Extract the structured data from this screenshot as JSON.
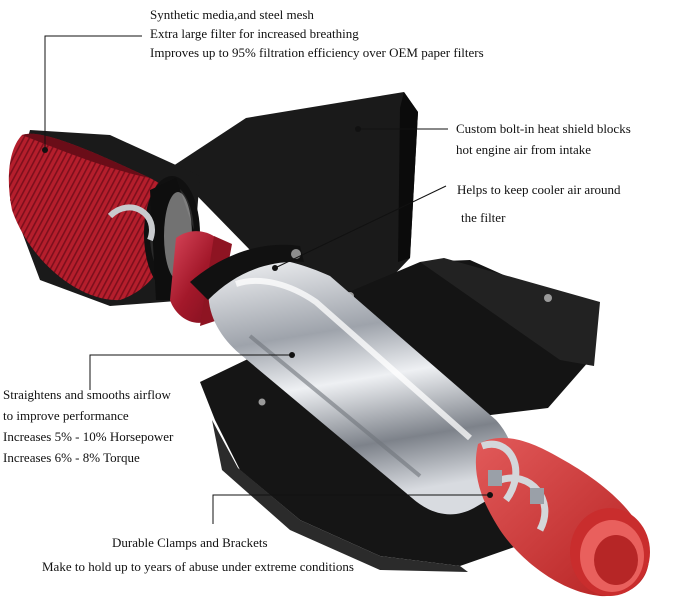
{
  "callouts": {
    "filter": {
      "line1": "Synthetic media,and steel mesh",
      "line2": "Extra large filter for increased breathing",
      "line3": "Improves up to 95% filtration efficiency over OEM paper filters"
    },
    "heat_shield": {
      "line1": "Custom bolt-in heat shield blocks",
      "line2": "hot engine air from intake"
    },
    "cool_air": {
      "line1": "Helps to keep cooler air around",
      "line2": "the filter"
    },
    "airflow": {
      "line1": "Straightens and smooths airflow",
      "line2": "to improve performance",
      "line3": "Increases 5% - 10% Horsepower",
      "line4": "Increases 6% - 8%  Torque"
    },
    "clamps": {
      "line1": "Durable Clamps and Brackets",
      "line2": "Make to hold up to years of abuse under extreme conditions"
    }
  },
  "colors": {
    "filter_red": "#b51e2c",
    "coupler_red": "#d63a3a",
    "shield_black": "#161616",
    "pipe_chrome": "#c9ccd2"
  },
  "icons": [
    "air-filter",
    "heat-shield",
    "intake-pipe",
    "silicone-coupler",
    "hose-clamp"
  ]
}
